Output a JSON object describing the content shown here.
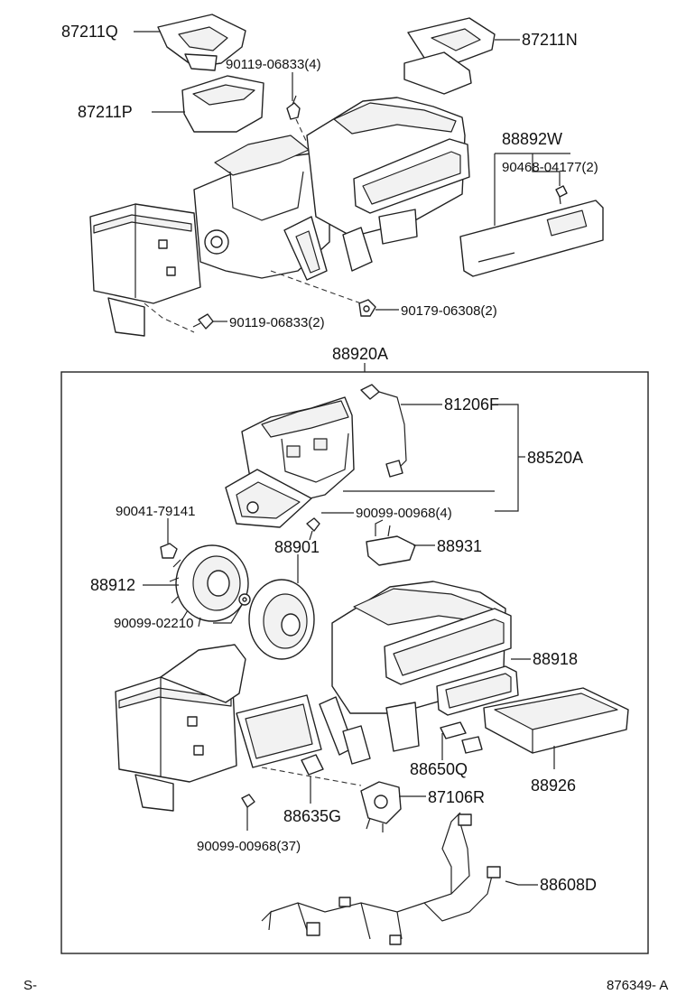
{
  "labels": {
    "p87211Q": "87211Q",
    "p87211N": "87211N",
    "p87211P": "87211P",
    "p90119_06833_4": "90119-06833(4)",
    "p88892W": "88892W",
    "p90468_04177_2": "90468-04177(2)",
    "p90119_06833_2": "90119-06833(2)",
    "p90179_06308_2": "90179-06308(2)",
    "p88920A": "88920A",
    "p81206F": "81206F",
    "p88520A": "88520A",
    "p90041_79141": "90041-79141",
    "p90099_00968_4": "90099-00968(4)",
    "p88901": "88901",
    "p88931": "88931",
    "p88912": "88912",
    "p90099_02210": "90099-02210",
    "p88918": "88918",
    "p88650Q": "88650Q",
    "p88926": "88926",
    "p88635G": "88635G",
    "p87106R": "87106R",
    "p90099_00968_37": "90099-00968(37)",
    "p88608D": "88608D"
  },
  "footer": {
    "left": "S-",
    "right": "876349- A"
  }
}
